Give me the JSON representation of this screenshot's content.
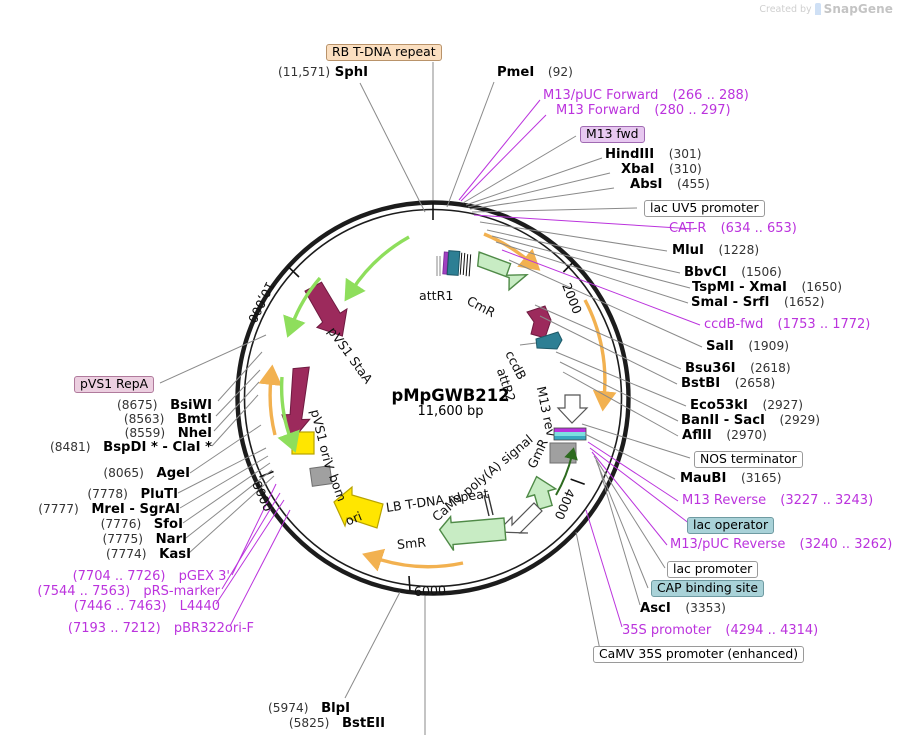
{
  "watermark": {
    "created_by": "Created by",
    "brand": "SnapGene"
  },
  "plasmid": {
    "name": "pMpGWB212",
    "size": "11,600 bp",
    "total_bp": 11600,
    "tick_labels": [
      "2000",
      "4000",
      "6000",
      "8000",
      "10,000"
    ]
  },
  "inner_features": [
    {
      "name": "attR1",
      "kind": "site"
    },
    {
      "name": "CmR",
      "kind": "cds-green"
    },
    {
      "name": "ccdB",
      "kind": "cds-maroon"
    },
    {
      "name": "attR2",
      "kind": "site"
    },
    {
      "name": "M13 rev",
      "kind": "primer"
    },
    {
      "name": "GmR",
      "kind": "cds-green"
    },
    {
      "name": "CaMV poly(A) signal",
      "kind": "misc"
    },
    {
      "name": "LB T-DNA repeat",
      "kind": "repeat"
    },
    {
      "name": "SmR",
      "kind": "cds-green"
    },
    {
      "name": "ori",
      "kind": "ori-yellow"
    },
    {
      "name": "bom",
      "kind": "misc-grey"
    },
    {
      "name": "pVS1 oriV",
      "kind": "cds-maroon"
    },
    {
      "name": "pVS1 StaA",
      "kind": "cds-maroon"
    }
  ],
  "labels_top": [
    {
      "id": "rb-t-dna-repeat",
      "type": "box",
      "style": "rb",
      "text": "RB T-DNA repeat"
    },
    {
      "id": "sphI",
      "type": "enzyme",
      "pos": "(11,571)",
      "name": "SphI",
      "pos_side": "left"
    },
    {
      "id": "pmeI",
      "type": "enzyme",
      "name": "PmeI",
      "pos": "(92)",
      "pos_side": "right"
    }
  ],
  "labels_right": [
    {
      "id": "m13-puc-forward",
      "type": "primer",
      "name": "M13/pUC Forward",
      "range": "(266 .. 288)"
    },
    {
      "id": "m13-forward",
      "type": "primer",
      "name": "M13 Forward",
      "range": "(280 .. 297)"
    },
    {
      "id": "m13-fwd",
      "type": "box",
      "style": "m13fwd",
      "text": "M13 fwd"
    },
    {
      "id": "hindIII",
      "type": "enzyme",
      "name": "HindIII",
      "pos": "(301)"
    },
    {
      "id": "xbaI",
      "type": "enzyme",
      "name": "XbaI",
      "pos": "(310)"
    },
    {
      "id": "absI",
      "type": "enzyme",
      "name": "AbsI",
      "pos": "(455)"
    },
    {
      "id": "lac-uv5-promoter",
      "type": "box",
      "style": "plain",
      "text": "lac UV5 promoter"
    },
    {
      "id": "cat-r",
      "type": "primer",
      "name": "CAT-R",
      "range": "(634 .. 653)"
    },
    {
      "id": "mluI",
      "type": "enzyme",
      "name": "MluI",
      "pos": "(1228)"
    },
    {
      "id": "bbvCI",
      "type": "enzyme",
      "name": "BbvCI",
      "pos": "(1506)"
    },
    {
      "id": "tspMI-xmaI",
      "type": "enzyme",
      "name": "TspMI  -  XmaI",
      "pos": "(1650)"
    },
    {
      "id": "smaI-srfI",
      "type": "enzyme",
      "name": "SmaI  -  SrfI",
      "pos": "(1652)"
    },
    {
      "id": "ccdb-fwd",
      "type": "primer",
      "name": "ccdB-fwd",
      "range": "(1753 .. 1772)"
    },
    {
      "id": "salI",
      "type": "enzyme",
      "name": "SalI",
      "pos": "(1909)"
    },
    {
      "id": "bsu36I",
      "type": "enzyme",
      "name": "Bsu36I",
      "pos": "(2618)"
    },
    {
      "id": "bstBI",
      "type": "enzyme",
      "name": "BstBI",
      "pos": "(2658)"
    },
    {
      "id": "eco53kI",
      "type": "enzyme",
      "name": "Eco53kI",
      "pos": "(2927)"
    },
    {
      "id": "banII-sacI",
      "type": "enzyme",
      "name": "BanII  -  SacI",
      "pos": "(2929)"
    },
    {
      "id": "aflII",
      "type": "enzyme",
      "name": "AflII",
      "pos": "(2970)"
    },
    {
      "id": "nos-terminator",
      "type": "box",
      "style": "plain",
      "text": "NOS terminator"
    },
    {
      "id": "maubI",
      "type": "enzyme",
      "name": "MauBI",
      "pos": "(3165)"
    },
    {
      "id": "m13-reverse",
      "type": "primer",
      "name": "M13 Reverse",
      "range": "(3227 .. 3243)"
    },
    {
      "id": "lac-operator",
      "type": "box",
      "style": "teal",
      "text": "lac operator"
    },
    {
      "id": "m13-puc-reverse",
      "type": "primer",
      "name": "M13/pUC Reverse",
      "range": "(3240 .. 3262)"
    },
    {
      "id": "lac-promoter",
      "type": "box",
      "style": "plain",
      "text": "lac promoter"
    },
    {
      "id": "cap-binding-site",
      "type": "box",
      "style": "teal",
      "text": "CAP binding site"
    },
    {
      "id": "ascI",
      "type": "enzyme",
      "name": "AscI",
      "pos": "(3353)"
    },
    {
      "id": "35s-promoter",
      "type": "primer",
      "name": "35S promoter",
      "range": "(4294 .. 4314)"
    },
    {
      "id": "camv-35s-promoter-enhanced",
      "type": "box",
      "style": "plain",
      "text": "CaMV 35S promoter (enhanced)"
    }
  ],
  "labels_left": [
    {
      "id": "pvs1-repa",
      "type": "box",
      "style": "repa",
      "text": "pVS1 RepA"
    },
    {
      "id": "bsiWI",
      "type": "enzyme",
      "pos": "(8675)",
      "name": "BsiWI"
    },
    {
      "id": "bmtI",
      "type": "enzyme",
      "pos": "(8563)",
      "name": "BmtI"
    },
    {
      "id": "nheI",
      "type": "enzyme",
      "pos": "(8559)",
      "name": "NheI"
    },
    {
      "id": "bspDI-claI",
      "type": "enzyme",
      "pos": "(8481)",
      "name": "BspDI *  -  ClaI *"
    },
    {
      "id": "ageI",
      "type": "enzyme",
      "pos": "(8065)",
      "name": "AgeI"
    },
    {
      "id": "pluTI",
      "type": "enzyme",
      "pos": "(7778)",
      "name": "PluTI"
    },
    {
      "id": "mreI-sgrAI",
      "type": "enzyme",
      "pos": "(7777)",
      "name": "MreI  -  SgrAI"
    },
    {
      "id": "sfoI",
      "type": "enzyme",
      "pos": "(7776)",
      "name": "SfoI"
    },
    {
      "id": "narI",
      "type": "enzyme",
      "pos": "(7775)",
      "name": "NarI"
    },
    {
      "id": "kasI",
      "type": "enzyme",
      "pos": "(7774)",
      "name": "KasI"
    },
    {
      "id": "pgex-3prime",
      "type": "primer",
      "range": "(7704 .. 7726)",
      "name": "pGEX 3'"
    },
    {
      "id": "prs-marker",
      "type": "primer",
      "range": "(7544 .. 7563)",
      "name": "pRS-marker"
    },
    {
      "id": "l4440",
      "type": "primer",
      "range": "(7446 .. 7463)",
      "name": "L4440"
    },
    {
      "id": "pbr322ori-f",
      "type": "primer",
      "range": "(7193 .. 7212)",
      "name": "pBR322ori-F"
    }
  ],
  "labels_bottom": [
    {
      "id": "blpI",
      "type": "enzyme",
      "pos": "(5974)",
      "name": "BlpI"
    },
    {
      "id": "bstEII",
      "type": "enzyme",
      "pos": "(5825)",
      "name": "BstEII"
    }
  ],
  "colors": {
    "backbone": "#1c1c1c",
    "primer_purple": "#bb33dd",
    "leader_grey": "#8a8a8a",
    "cds_green": "#c8ecc4",
    "cds_green_stroke": "#5a8f52",
    "maroon": "#9c2a5c",
    "teal": "#2d7f94",
    "orange": "#f2b150",
    "bright_green": "#8ede5c",
    "yellow": "#ffe600",
    "grey_box": "#a0a0a0",
    "white_arrow": "#ffffff"
  }
}
